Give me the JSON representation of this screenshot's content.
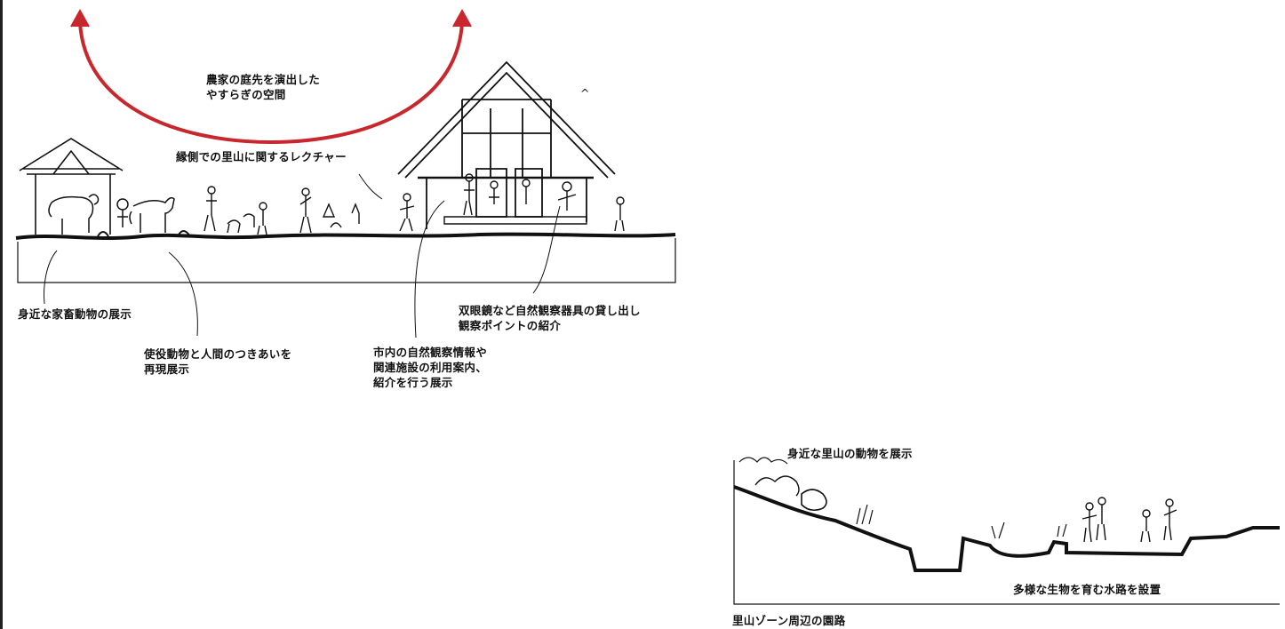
{
  "top_sketch": {
    "space_caption": [
      "農家の庭先を演出した",
      "やすらぎの空間"
    ],
    "engawa_caption": "縁側での里山に関するレクチャー",
    "livestock_caption": "身近な家畜動物の展示",
    "working_animals_caption": [
      "使役動物と人間のつきあいを",
      "再現展示"
    ],
    "city_info_caption": [
      "市内の自然観察情報や",
      "関連施設の利用案内、",
      "紹介を行う展示"
    ],
    "binoculars_caption": [
      "双眼鏡など自然観察器具の貸し出し",
      "観察ポイントの紹介"
    ],
    "stray_mark": "^"
  },
  "bottom_sketch": {
    "animals_caption": "身近な里山の動物を展示",
    "waterway_caption": "多様な生物を育む水路を設置",
    "section_title": "里山ゾーン周辺の園路"
  },
  "colors": {
    "arrow": "#c8282d",
    "ink": "#111111"
  }
}
